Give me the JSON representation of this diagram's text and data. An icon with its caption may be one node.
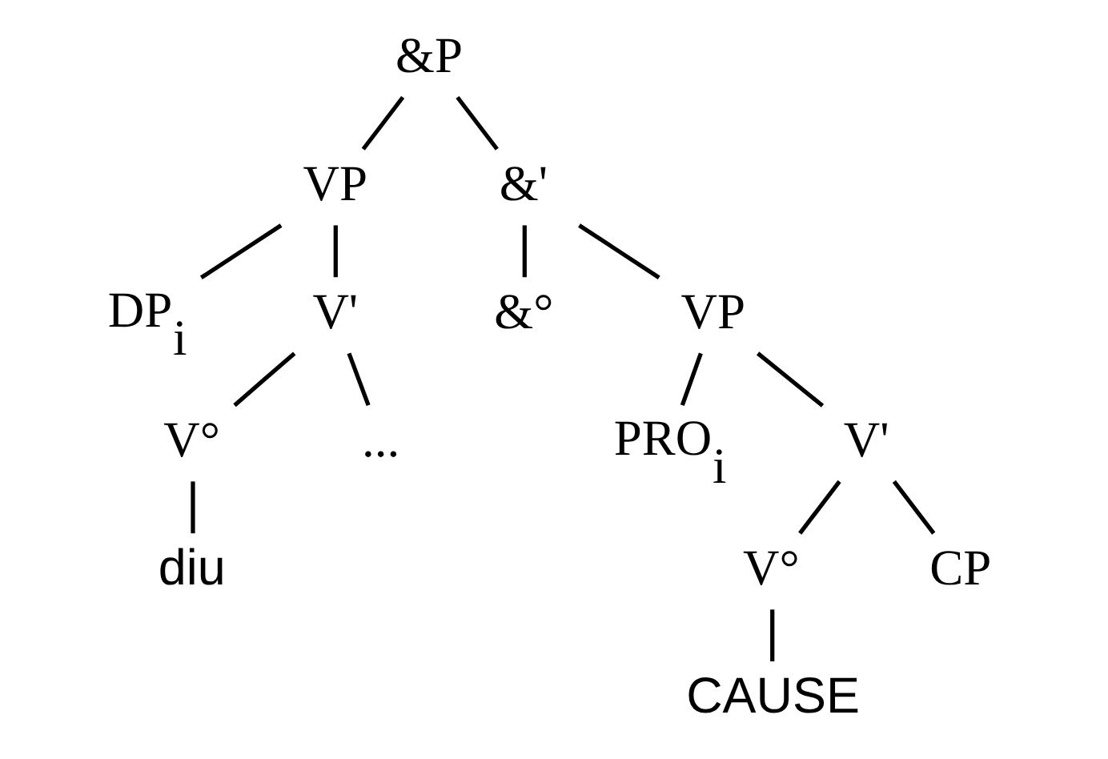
{
  "diagram": {
    "nodes": [
      {
        "text": [
          "&P"
        ]
      },
      {
        "text": [
          "VP"
        ]
      },
      {
        "text": [
          "&'"
        ]
      },
      {
        "text": [
          "DP$_{i}$"
        ]
      },
      {
        "text": [
          "V'"
        ]
      },
      {
        "text": [
          "&°"
        ]
      },
      {
        "text": [
          "VP"
        ]
      },
      {
        "text": [
          "V°"
        ]
      },
      {
        "text": [
          "..."
        ]
      },
      {
        "text": [
          "PRO$_{i}$"
        ]
      },
      {
        "text": [
          "V'"
        ]
      },
      {
        "text": [
          "V°"
        ]
      },
      {
        "text": [
          "CP"
        ]
      },
      {
        "text": [
          "diu"
        ]
      },
      {
        "text": [
          "CAUSE"
        ]
      }
    ],
    "edges": [
      {
        "from": 0,
        "to": 1,
        "arrow": "none"
      },
      {
        "from": 0,
        "to": 2,
        "arrow": "none"
      },
      {
        "from": 1,
        "to": 3,
        "arrow": "none"
      },
      {
        "from": 1,
        "to": 4,
        "arrow": "none"
      },
      {
        "from": 2,
        "to": 5,
        "arrow": "none"
      },
      {
        "from": 2,
        "to": 6,
        "arrow": "none"
      },
      {
        "from": 4,
        "to": 7,
        "arrow": "none"
      },
      {
        "from": 4,
        "to": 8,
        "arrow": "none"
      },
      {
        "from": 6,
        "to": 9,
        "arrow": "none"
      },
      {
        "from": 6,
        "to": 10,
        "arrow": "none"
      },
      {
        "from": 7,
        "to": 13,
        "arrow": "none"
      },
      {
        "from": 10,
        "to": 11,
        "arrow": "none"
      },
      {
        "from": 10,
        "to": 12,
        "arrow": "none"
      },
      {
        "from": 11,
        "to": 14,
        "arrow": "none"
      }
    ]
  }
}
